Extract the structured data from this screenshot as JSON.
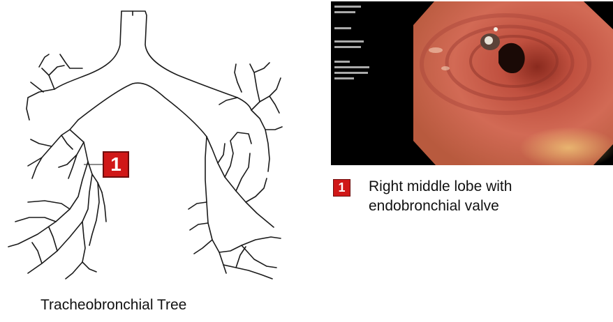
{
  "tree": {
    "caption": "Tracheobronchial Tree",
    "marker_label": "1"
  },
  "endoscopy": {
    "overlay_icon": "endoscope-data-overlay"
  },
  "legend": {
    "marker_label": "1",
    "line1": "Right middle lobe with",
    "line2": "endobronchial valve"
  },
  "colors": {
    "marker_red": "#d01818",
    "mucosa": "#c8584a",
    "lumen": "#1a0a06"
  }
}
